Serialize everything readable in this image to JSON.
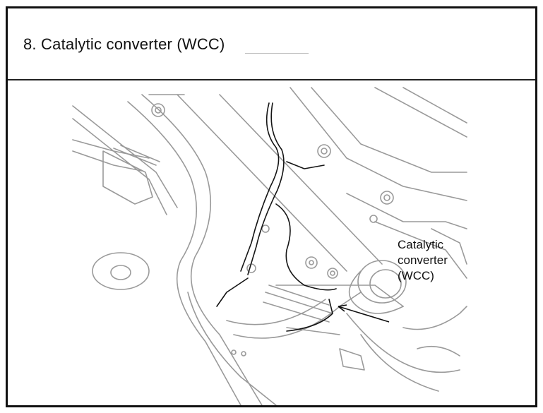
{
  "header": {
    "title": "8. Catalytic converter (WCC)"
  },
  "callout": {
    "line1": "Catalytic",
    "line2": "converter",
    "line3": "(WCC)"
  }
}
